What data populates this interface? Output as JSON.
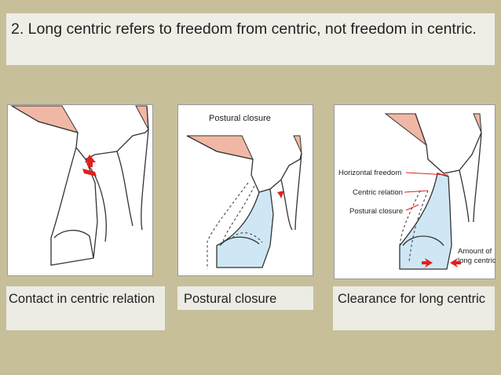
{
  "slide": {
    "title": "2. Long centric refers to freedom from centric, not freedom in centric."
  },
  "figures": [
    {
      "caption": "Contact in centric relation"
    },
    {
      "caption": "Postural closure",
      "header": "Postural closure"
    },
    {
      "caption": "Clearance for long centric",
      "labels": {
        "horizontal_freedom": "Horizontal freedom",
        "centric_relation": "Centric relation",
        "postural_closure": "Postural closure",
        "amount_line1": "Amount of",
        "amount_line2": "long centric"
      }
    }
  ],
  "colors": {
    "background": "#c6bf9a",
    "text_box": "#eeede6",
    "gum": "#f0b8a4",
    "tooth_fill": "#cfe7f5",
    "arrow": "#e2201e"
  }
}
